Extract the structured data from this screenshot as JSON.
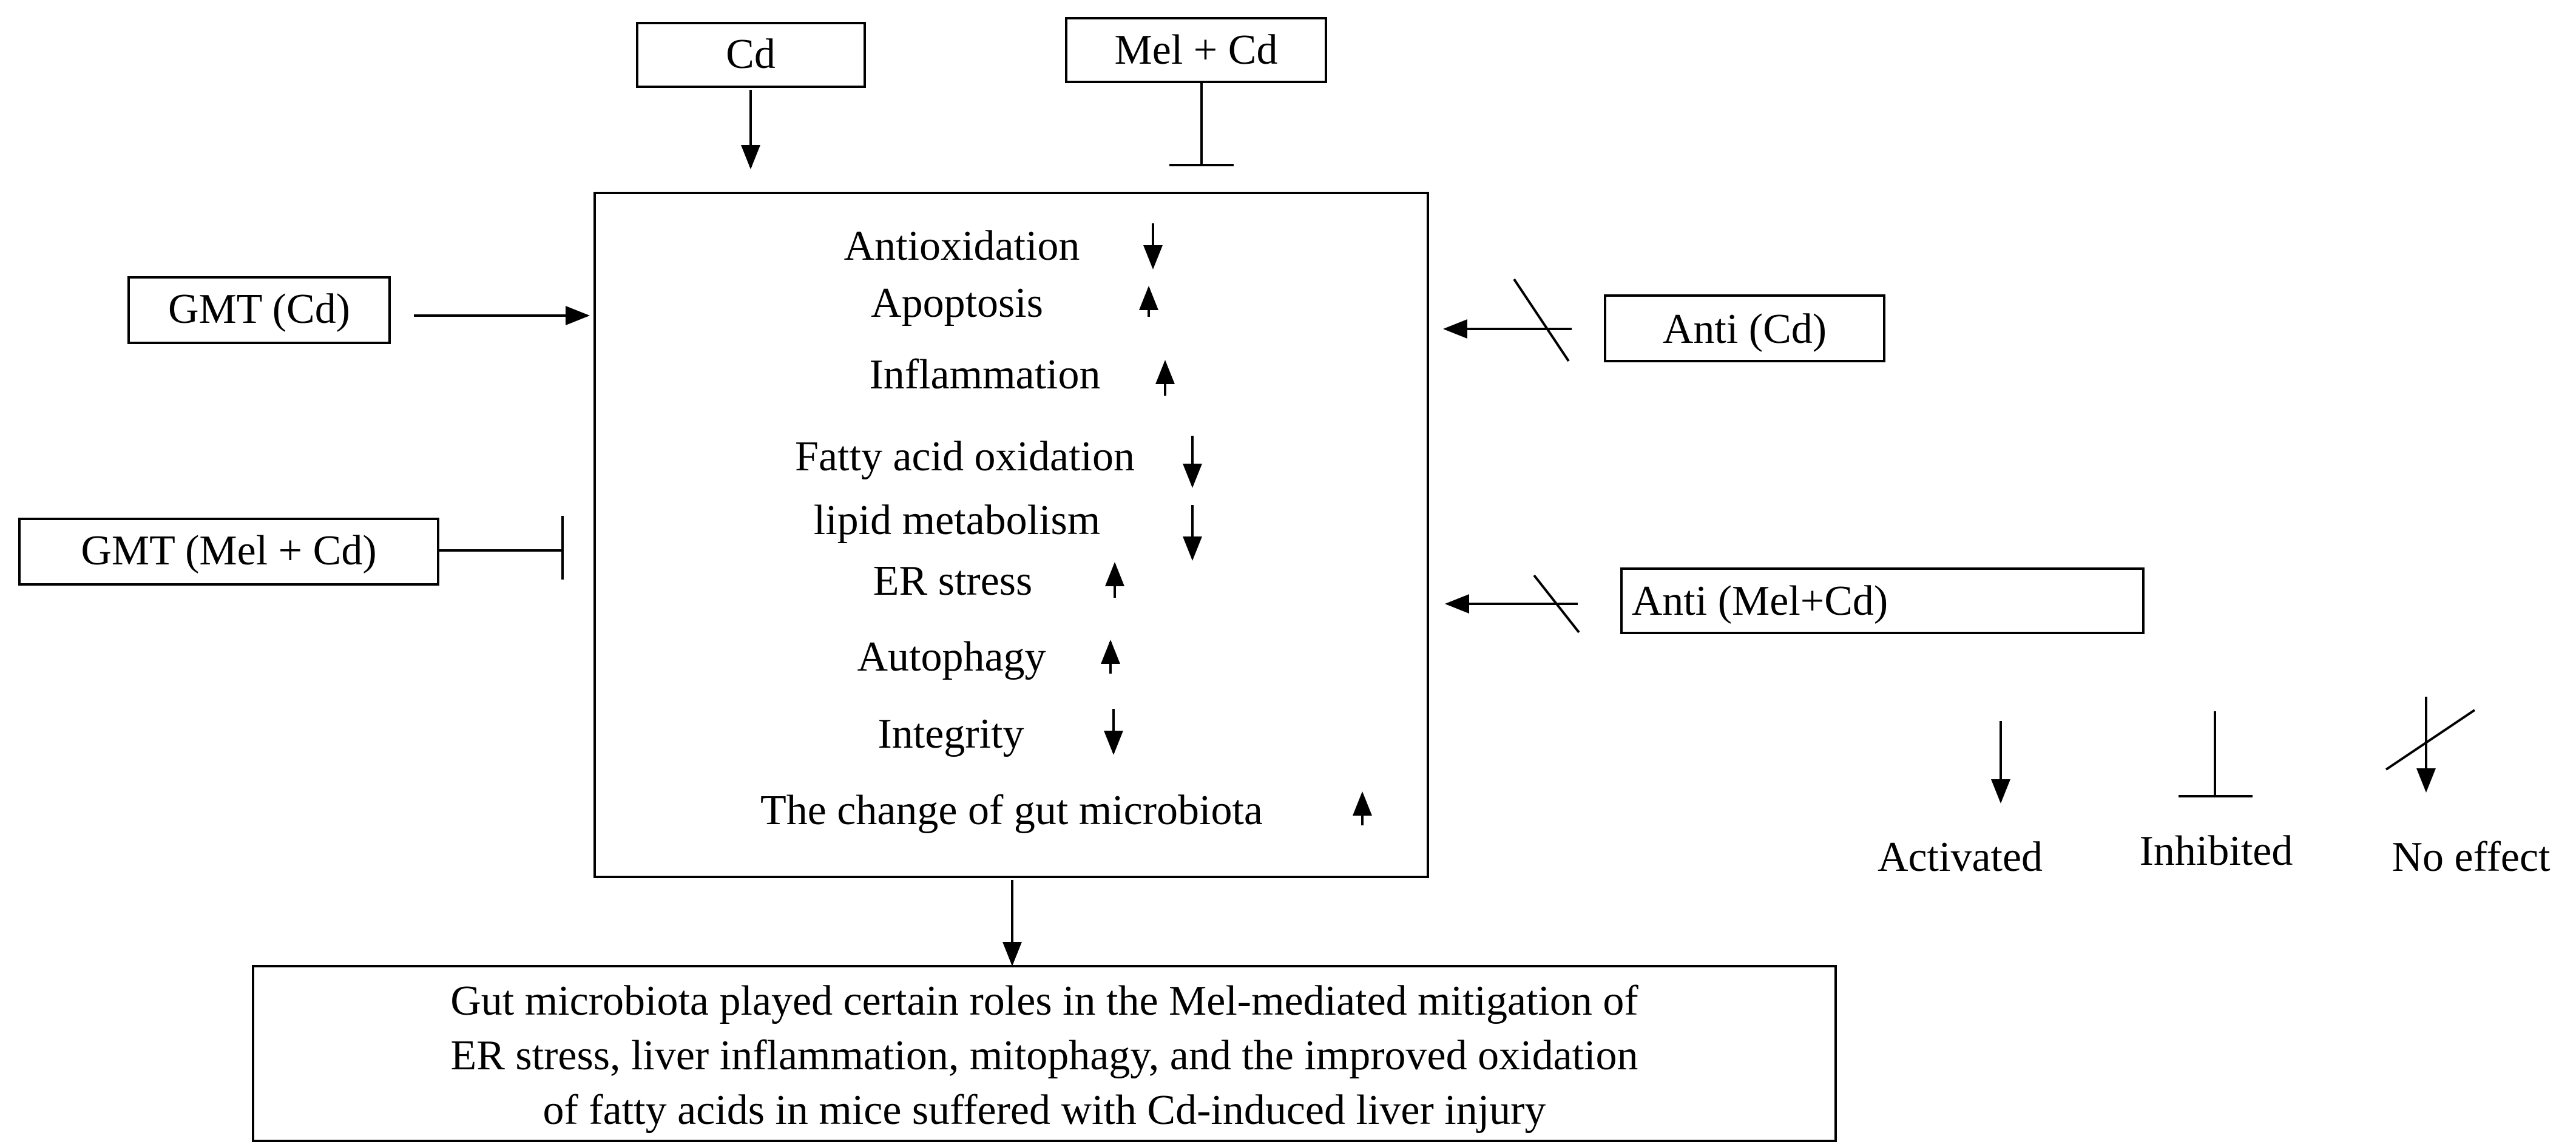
{
  "inputs": {
    "cd": "Cd",
    "mel_cd": "Mel + Cd",
    "gmt_cd": "GMT (Cd)",
    "gmt_mel_cd": "GMT (Mel + Cd)",
    "anti_cd": "Anti (Cd)",
    "anti_mel_cd": "Anti (Mel+Cd)"
  },
  "effects": [
    {
      "label": "Antioxidation",
      "direction": "down"
    },
    {
      "label": "Apoptosis",
      "direction": "up"
    },
    {
      "label": "Inflammation",
      "direction": "up"
    },
    {
      "label": "Fatty acid oxidation",
      "direction": "down"
    },
    {
      "label": "lipid metabolism",
      "direction": "down"
    },
    {
      "label": "ER stress",
      "direction": "up"
    },
    {
      "label": "Autophagy",
      "direction": "up"
    },
    {
      "label": "Integrity",
      "direction": "down"
    },
    {
      "label": "The change of gut microbiota",
      "direction": "up"
    }
  ],
  "conclusion": {
    "line1": "Gut microbiota played certain roles in the Mel-mediated mitigation of",
    "line2": "ER stress, liver inflammation, mitophagy, and the improved oxidation",
    "line3": "of fatty acids in mice suffered with Cd-induced liver injury"
  },
  "legend": {
    "activated": "Activated",
    "inhibited": "Inhibited",
    "no_effect": "No effect"
  }
}
